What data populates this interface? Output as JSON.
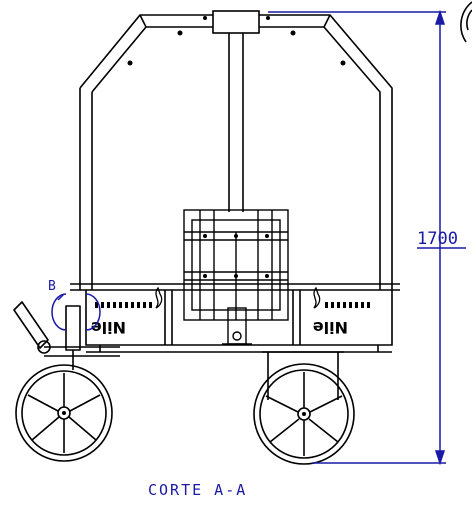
{
  "drawing": {
    "section_label": "CORTE A-A",
    "dimension_text": "1700",
    "detail_label": "B",
    "brand_mark": "Nile",
    "line_color": "#000000",
    "annotation_color": "#1a1aa6"
  }
}
